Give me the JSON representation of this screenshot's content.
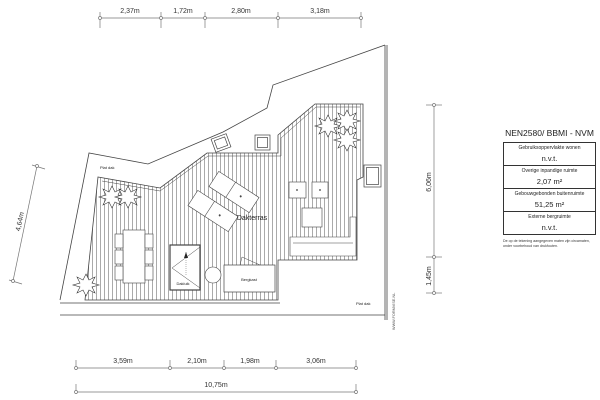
{
  "dimensions": {
    "top": [
      "2,37m",
      "1,72m",
      "2,80m",
      "3,18m"
    ],
    "bottom": [
      "3,59m",
      "2,10m",
      "1,98m",
      "3,06m"
    ],
    "bottom_total": "10,75m",
    "left": "4,64m",
    "right": [
      "6,06m",
      "1,45m"
    ]
  },
  "labels": {
    "flat_roof_top": "Plat dak",
    "flat_roof_bottom": "Plat dak",
    "terrace": "Dakterras",
    "hatch": "Dakluik",
    "storage": "Bergkast",
    "watermark": "WWW.FORMVISE.NL"
  },
  "panel": {
    "title": "NEN2580/ BBMI - NVM",
    "rows": [
      {
        "label": "Gebruiksoppervlakte wonen",
        "value": "n.v.t."
      },
      {
        "label": "Overige inpandige ruimte",
        "value": "2,07 m²"
      },
      {
        "label": "Gebouwgebonden buitenruimte",
        "value": "51,25 m²"
      },
      {
        "label": "Externe bergruimte",
        "value": "n.v.t."
      }
    ],
    "note": "De op de tekening aangegeven maten zijn circamaten, onder voorbehoud van drukfouten."
  }
}
